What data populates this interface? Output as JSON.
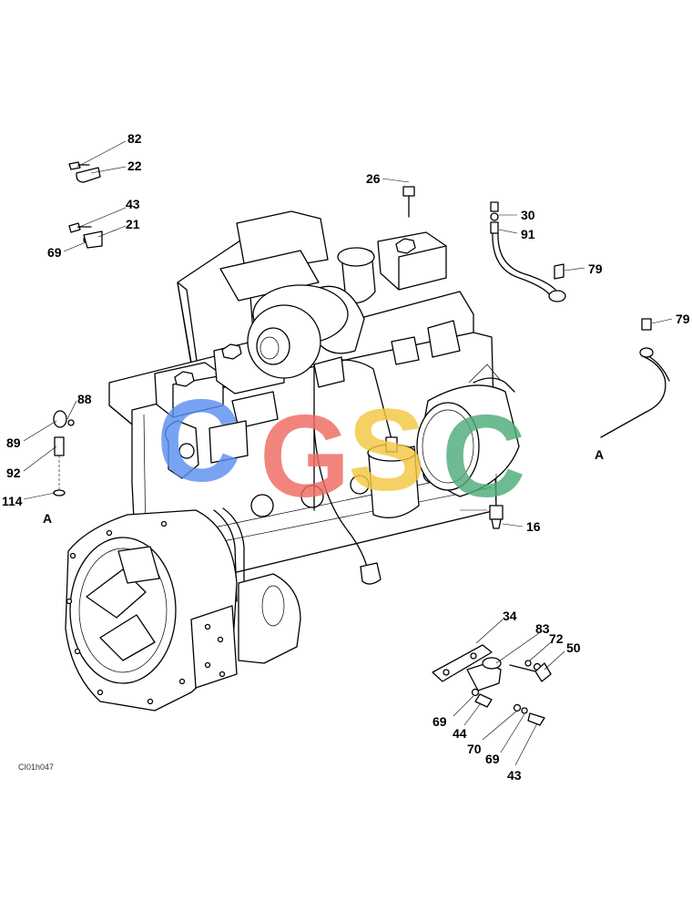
{
  "drawing_number": "CI01h047",
  "watermark": {
    "letters": [
      {
        "char": "C",
        "color": "#5b8ff0"
      },
      {
        "char": "G",
        "color": "#ee6b62"
      },
      {
        "char": "S",
        "color": "#f4c842"
      },
      {
        "char": "C",
        "color": "#4fab7b"
      }
    ]
  },
  "callouts": [
    {
      "id": "c82",
      "text": "82"
    },
    {
      "id": "c22",
      "text": "22"
    },
    {
      "id": "c43a",
      "text": "43"
    },
    {
      "id": "c21",
      "text": "21"
    },
    {
      "id": "c69a",
      "text": "69"
    },
    {
      "id": "c26",
      "text": "26"
    },
    {
      "id": "c30",
      "text": "30"
    },
    {
      "id": "c91",
      "text": "91"
    },
    {
      "id": "c79a",
      "text": "79"
    },
    {
      "id": "c79b",
      "text": "79"
    },
    {
      "id": "cA1",
      "text": "A"
    },
    {
      "id": "c88",
      "text": "88"
    },
    {
      "id": "c89",
      "text": "89"
    },
    {
      "id": "c92",
      "text": "92"
    },
    {
      "id": "c114",
      "text": "114"
    },
    {
      "id": "cA2",
      "text": "A"
    },
    {
      "id": "c16",
      "text": "16"
    },
    {
      "id": "c34",
      "text": "34"
    },
    {
      "id": "c83",
      "text": "83"
    },
    {
      "id": "c72",
      "text": "72"
    },
    {
      "id": "c50",
      "text": "50"
    },
    {
      "id": "c69b",
      "text": "69"
    },
    {
      "id": "c44",
      "text": "44"
    },
    {
      "id": "c70",
      "text": "70"
    },
    {
      "id": "c69c",
      "text": "69"
    },
    {
      "id": "c43b",
      "text": "43"
    }
  ]
}
